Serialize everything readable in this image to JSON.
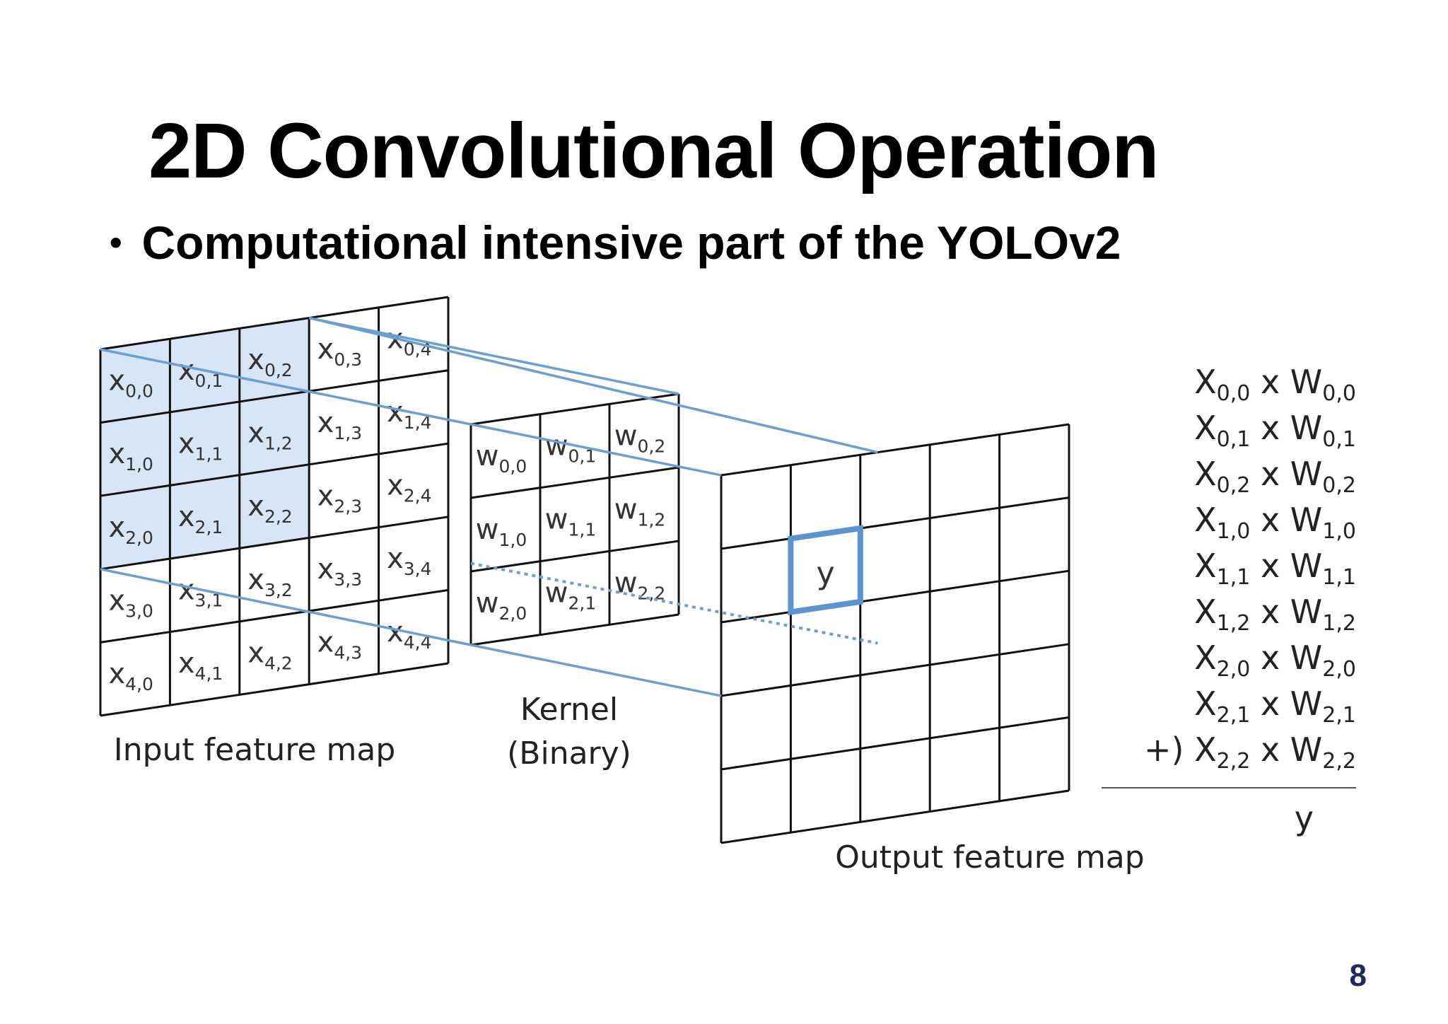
{
  "title": "2D Convolutional Operation",
  "bullet": "Computational intensive part of the YOLOv2",
  "labels": {
    "input": "Input feature map",
    "kernel_line1": "Kernel",
    "kernel_line2": "(Binary)",
    "output": "Output feature map",
    "output_cell": "y"
  },
  "input_cells": [
    [
      "0,0",
      "0,1",
      "0,2",
      "0,3",
      "0,4"
    ],
    [
      "1,0",
      "1,1",
      "1,2",
      "1,3",
      "1,4"
    ],
    [
      "2,0",
      "2,1",
      "2,2",
      "2,3",
      "2,4"
    ],
    [
      "3,0",
      "3,1",
      "3,2",
      "3,3",
      "3,4"
    ],
    [
      "4,0",
      "4,1",
      "4,2",
      "4,3",
      "4,4"
    ]
  ],
  "kernel_cells": [
    [
      "0,0",
      "0,1",
      "0,2"
    ],
    [
      "1,0",
      "1,1",
      "1,2"
    ],
    [
      "2,0",
      "2,1",
      "2,2"
    ]
  ],
  "input_symbol": "x",
  "kernel_symbol": "w",
  "equation": {
    "terms": [
      {
        "prefix": "",
        "x": "X",
        "xi": "0,0",
        "op": " x ",
        "w": "W",
        "wi": "0,0"
      },
      {
        "prefix": "",
        "x": "X",
        "xi": "0,1",
        "op": " x ",
        "w": "W",
        "wi": "0,1"
      },
      {
        "prefix": "",
        "x": "X",
        "xi": "0,2",
        "op": " x ",
        "w": "W",
        "wi": "0,2"
      },
      {
        "prefix": "",
        "x": "X",
        "xi": "1,0",
        "op": " x ",
        "w": "W",
        "wi": "1,0"
      },
      {
        "prefix": "",
        "x": "X",
        "xi": "1,1",
        "op": " x ",
        "w": "W",
        "wi": "1,1"
      },
      {
        "prefix": "",
        "x": "X",
        "xi": "1,2",
        "op": " x ",
        "w": "W",
        "wi": "1,2"
      },
      {
        "prefix": "",
        "x": "X",
        "xi": "2,0",
        "op": " x ",
        "w": "W",
        "wi": "2,0"
      },
      {
        "prefix": "",
        "x": "X",
        "xi": "2,1",
        "op": " x ",
        "w": "W",
        "wi": "2,1"
      },
      {
        "prefix": "+) ",
        "x": "X",
        "xi": "2,2",
        "op": " x ",
        "w": "W",
        "wi": "2,2"
      }
    ],
    "result": "y"
  },
  "page_number": "8",
  "colors": {
    "highlight_fill": "#d6e6f7",
    "connector_line": "#6a9fd4",
    "output_highlight": "#5b95d0",
    "grid_line": "#111111",
    "page_number": "#1f2a5c"
  }
}
